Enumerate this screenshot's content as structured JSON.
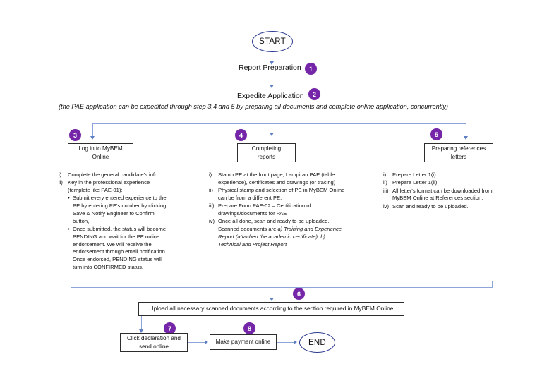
{
  "diagram": {
    "title": "PAE Application Process Flowchart",
    "accent_badge_color": "#7526a8",
    "connector_color": "#8da4d8",
    "terminator_border_color": "#2b3a8f",
    "box_border_color": "#2d2d2d"
  },
  "nodes": {
    "start": {
      "label": "START"
    },
    "end": {
      "label": "END"
    },
    "report_preparation": {
      "label": "Report Preparation",
      "badge": "1"
    },
    "expedite_application": {
      "label": "Expedite Application",
      "badge": "2"
    },
    "expedite_note": "(the PAE application can be expedited through step 3,4 and 5 by preparing all documents and complete online application, concurrently)",
    "login_box": {
      "line1": "Log in to MyBEM",
      "line2": "Online",
      "badge": "3"
    },
    "reports_box": {
      "line1": "Completing",
      "line2": "reports",
      "badge": "4"
    },
    "letters_box": {
      "line1": "Preparing references",
      "line2": "letters",
      "badge": "5"
    },
    "upload_box": {
      "label": "Upload all necessary scanned documents according to the section required in MyBEM Online",
      "badge": "6"
    },
    "declaration_box": {
      "line1": "Click declaration and",
      "line2": "send online",
      "badge": "7"
    },
    "payment_box": {
      "label": "Make payment online",
      "badge": "8"
    }
  },
  "columns": {
    "left": {
      "items": [
        {
          "mark": "i)",
          "text": "Complete the general candidate's info"
        },
        {
          "mark": "ii)",
          "text": "Key in the professional experience (template like PAE-01):"
        }
      ],
      "sub_items": [
        {
          "mark": "•",
          "text": "Submit every entered experience to the PE by entering PE's number by clicking Save & Notify Engineer to Confirm button,"
        },
        {
          "mark": "•",
          "text": "Once submitted, the status will become PENDING and wait for the PE online endorsement. We will receive the endorsement through email notification. Once endorsed, PENDING status will turn into CONFIRMED status."
        }
      ]
    },
    "middle": {
      "items": [
        {
          "mark": "i)",
          "text": "Stamp PE at the front page, Lampiran PAE (table experience), certificates and drawings (or tracing)"
        },
        {
          "mark": "ii)",
          "text": "Physical stamp and selection of PE in MyBEM Online can be from a different PE."
        },
        {
          "mark": "iii)",
          "text": "Prepare Form PAE-02 – Certification of drawings/documents for PAE"
        },
        {
          "mark": "iv)",
          "text": "Once all done, scan and ready to be uploaded. Scanned documents are ",
          "italic_tail": "a) Training and Experience Report (attached the academic certificate), b) Technical and Project Report"
        }
      ]
    },
    "right": {
      "items": [
        {
          "mark": "i)",
          "text": "Prepare Letter 1(i)"
        },
        {
          "mark": "ii)",
          "text": "Prepare Letter 1(ii)"
        },
        {
          "mark": "iii)",
          "text": "All letter's format can be downloaded from MyBEM Online at References section."
        },
        {
          "mark": "iv)",
          "text": "Scan and ready to be uploaded."
        }
      ]
    }
  }
}
